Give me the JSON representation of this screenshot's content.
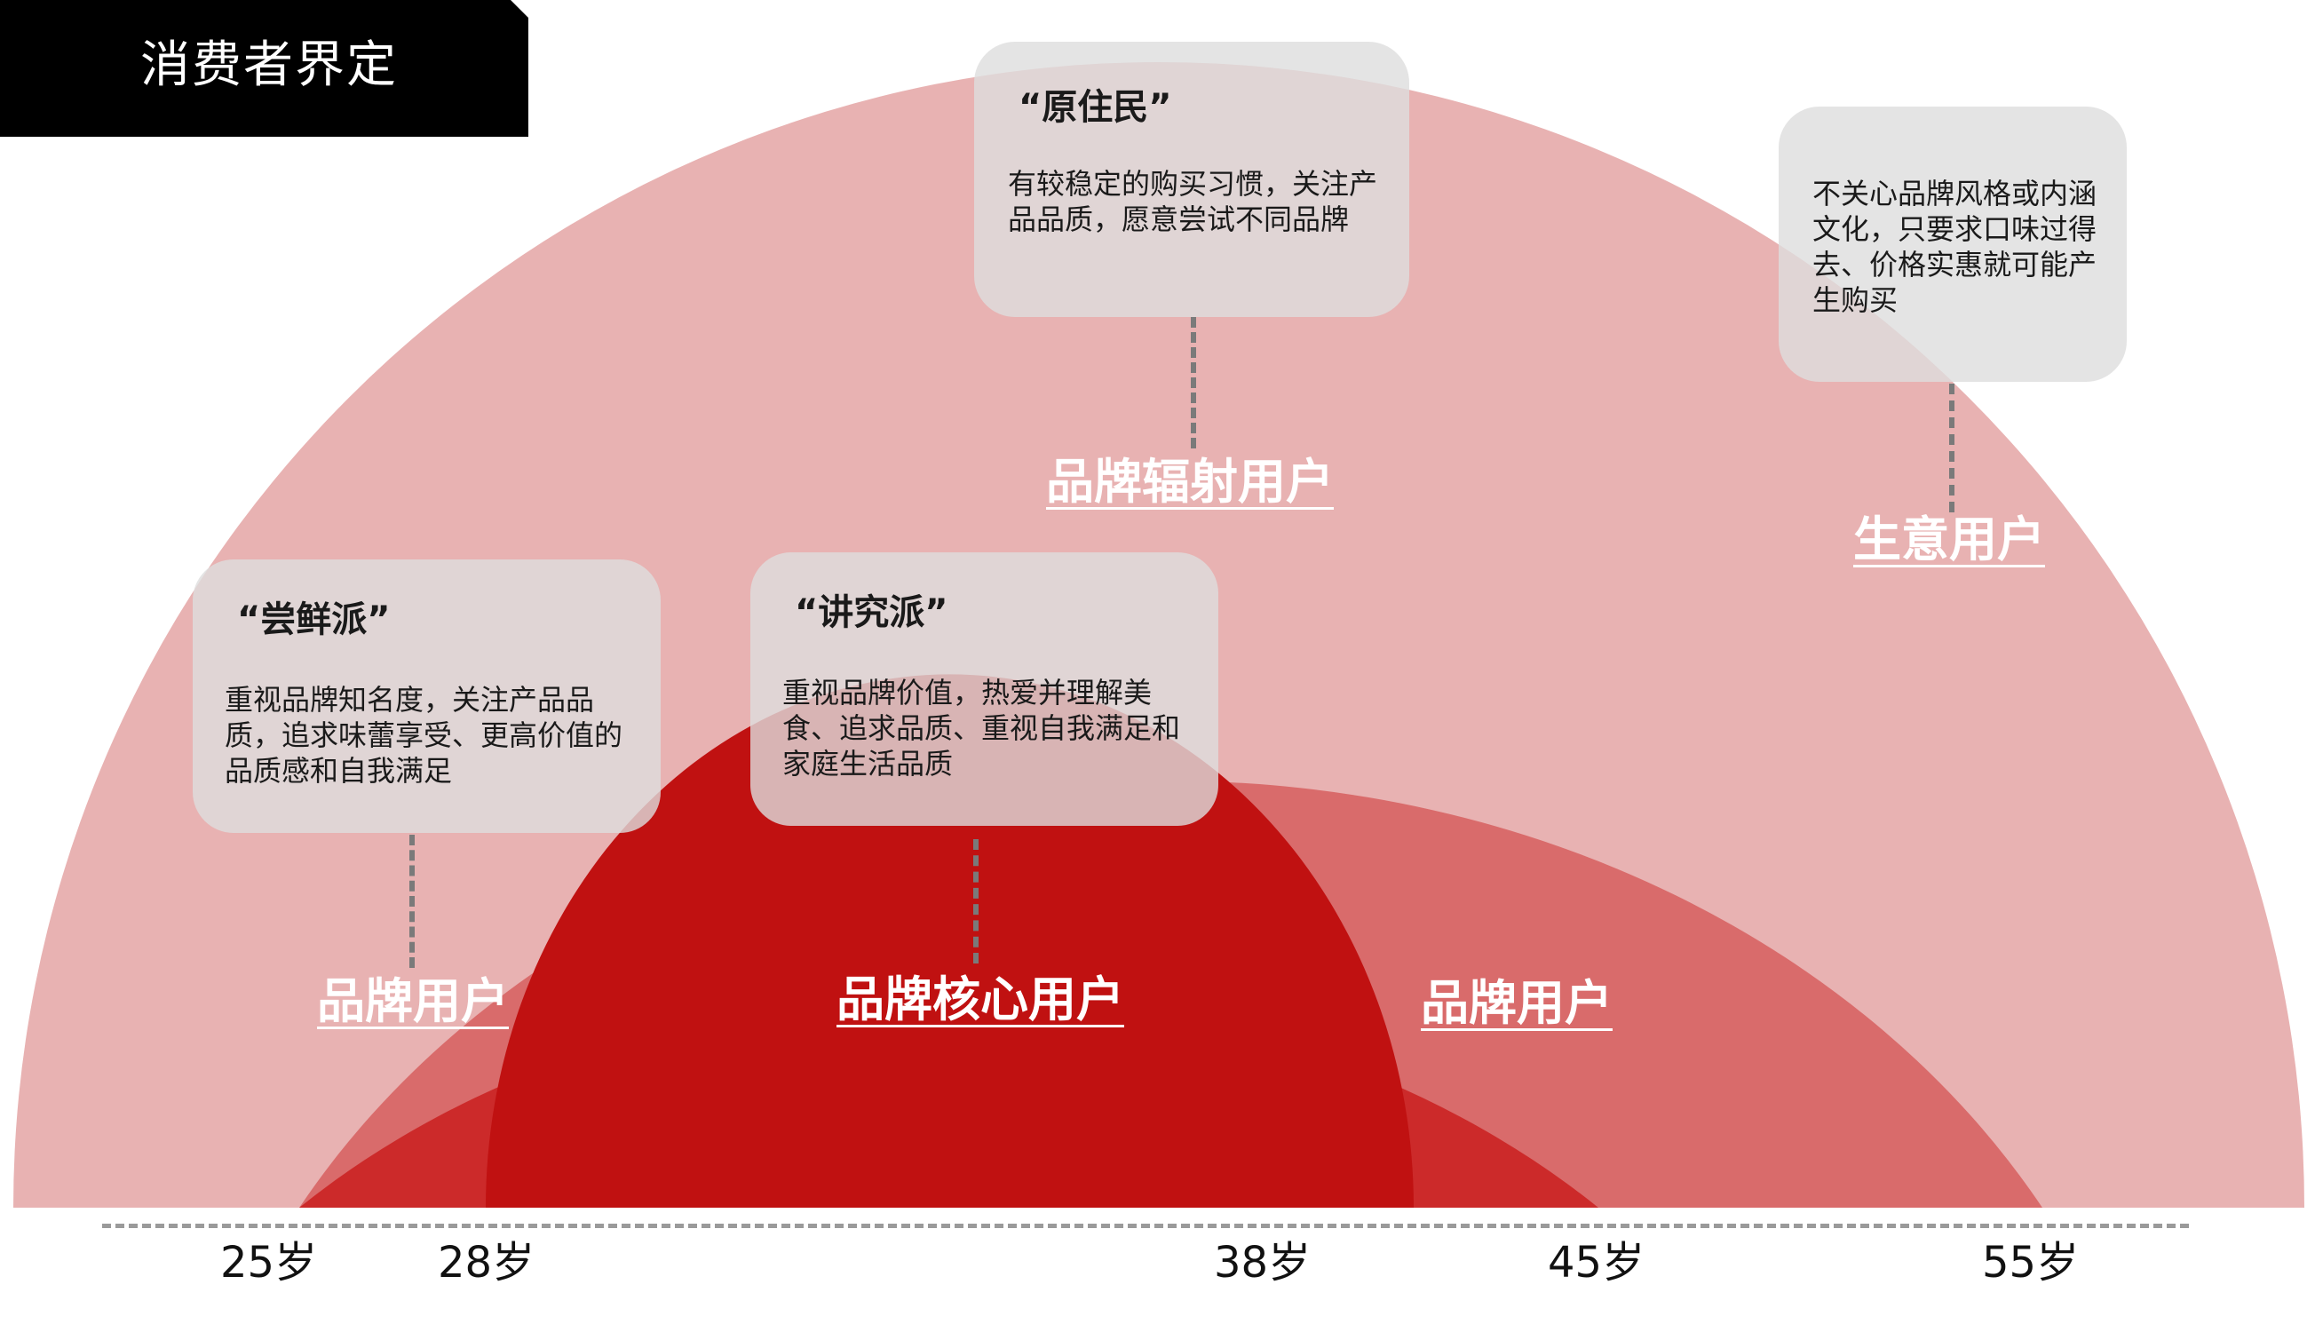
{
  "header": {
    "title": "消费者界定"
  },
  "cards": [
    {
      "id": "original-resident",
      "title": "“原住民”",
      "description": "有较稳定的购买习惯，关注产品品质，愿意尝试不同品牌"
    },
    {
      "id": "price-driven",
      "title": "",
      "description": "不关心品牌风格或内涵文化，只要求口味过得去、价格实惠就可能产生购买"
    },
    {
      "id": "taster",
      "title": "“尝鲜派”",
      "description": "重视品牌知名度，关注产品品质，追求味蕾享受、更高价值的品质感和自我满足"
    },
    {
      "id": "particular",
      "title": "“讲究派”",
      "description": "重视品牌价值，热爱并理解美食、追求品质、重视自我满足和家庭生活品质"
    }
  ],
  "segments": {
    "radiation": "品牌辐射用户",
    "business": "生意用户",
    "brand_left": "品牌用户",
    "core": "品牌核心用户",
    "brand_right": "品牌用户"
  },
  "axis": {
    "ages": [
      "25岁",
      "28岁",
      "38岁",
      "45岁",
      "55岁"
    ]
  },
  "colors": {
    "outer_ring": "#e8b2b2",
    "second_ring": "#d96b6b",
    "third_ring": "#cc2a2a",
    "core": "#c01111",
    "card_bg": "#dddddd",
    "title_bg": "#000000"
  }
}
